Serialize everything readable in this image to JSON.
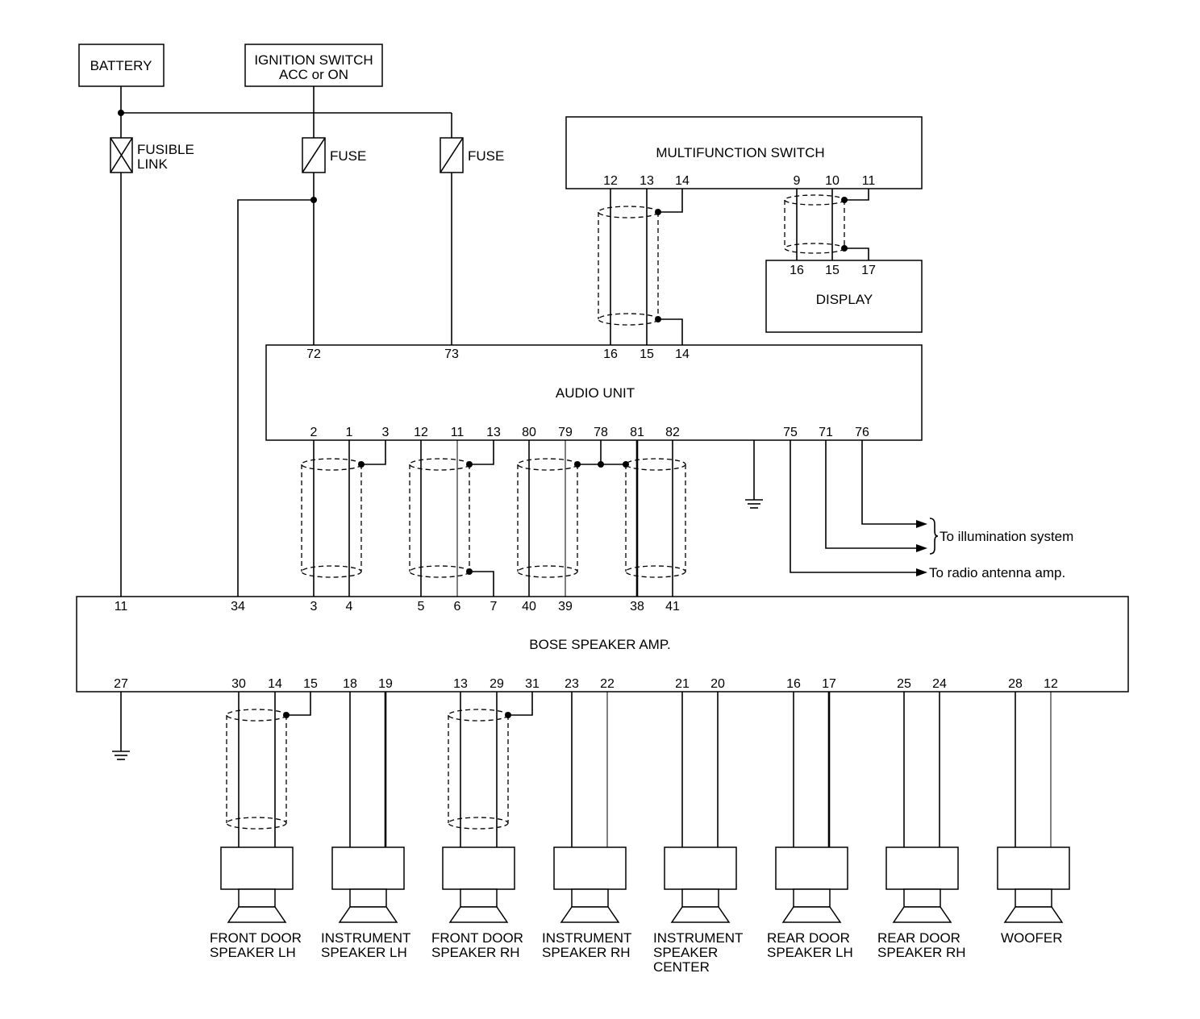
{
  "power": {
    "battery": "BATTERY",
    "ignition_line1": "IGNITION SWITCH",
    "ignition_line2": "ACC or ON",
    "fusible_line1": "FUSIBLE",
    "fusible_line2": "LINK",
    "fuse1": "FUSE",
    "fuse2": "FUSE"
  },
  "modules": {
    "multifunction": "MULTIFUNCTION SWITCH",
    "display": "DISPLAY",
    "audio": "AUDIO UNIT",
    "bose": "BOSE SPEAKER AMP."
  },
  "pins": {
    "mfs": {
      "p12": "12",
      "p13": "13",
      "p14": "14",
      "p9": "9",
      "p10": "10",
      "p11": "11"
    },
    "display": {
      "p16": "16",
      "p15": "15",
      "p17": "17"
    },
    "audio_top": {
      "p72": "72",
      "p73": "73",
      "p16": "16",
      "p15": "15",
      "p14": "14"
    },
    "audio_bottom": {
      "p2": "2",
      "p1": "1",
      "p3": "3",
      "p12": "12",
      "p11": "11",
      "p13": "13",
      "p80": "80",
      "p79": "79",
      "p78": "78",
      "p81": "81",
      "p82": "82",
      "p75": "75",
      "p71": "71",
      "p76": "76"
    },
    "bose_top": {
      "p11": "11",
      "p34": "34",
      "p3": "3",
      "p4": "4",
      "p5": "5",
      "p6": "6",
      "p7": "7",
      "p40": "40",
      "p39": "39",
      "p38": "38",
      "p41": "41"
    },
    "bose_bottom": {
      "p27": "27",
      "p30": "30",
      "p14": "14",
      "p15": "15",
      "p18": "18",
      "p19": "19",
      "p13": "13",
      "p29": "29",
      "p31": "31",
      "p23": "23",
      "p22": "22",
      "p21": "21",
      "p20": "20",
      "p16": "16",
      "p17": "17",
      "p25": "25",
      "p24": "24",
      "p28": "28",
      "p12": "12"
    }
  },
  "outputs": {
    "illumination": "To illumination system",
    "antenna": "To radio antenna amp."
  },
  "speakers": [
    {
      "line1": "FRONT DOOR",
      "line2": "SPEAKER LH",
      "line3": ""
    },
    {
      "line1": "INSTRUMENT",
      "line2": "SPEAKER LH",
      "line3": ""
    },
    {
      "line1": "FRONT DOOR",
      "line2": "SPEAKER RH",
      "line3": ""
    },
    {
      "line1": "INSTRUMENT",
      "line2": "SPEAKER RH",
      "line3": ""
    },
    {
      "line1": "INSTRUMENT",
      "line2": "SPEAKER",
      "line3": "CENTER"
    },
    {
      "line1": "REAR DOOR",
      "line2": "SPEAKER LH",
      "line3": ""
    },
    {
      "line1": "REAR DOOR",
      "line2": "SPEAKER RH",
      "line3": ""
    },
    {
      "line1": "WOOFER",
      "line2": "",
      "line3": ""
    }
  ]
}
